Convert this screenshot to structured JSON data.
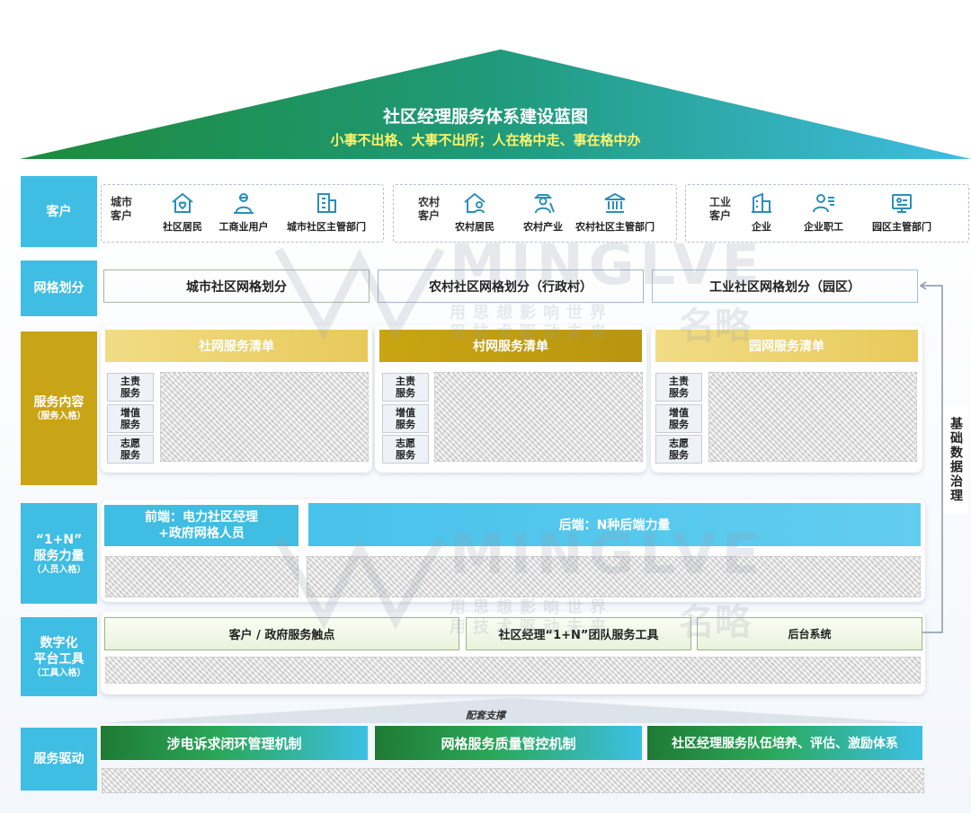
{
  "header": {
    "title": "社区经理服务体系建设蓝图",
    "subtitle": "小事不出格、大事不出所；人在格中走、事在格中办",
    "roof_colors": [
      "#1e8a3c",
      "#2aa0cf",
      "#3fbde3"
    ]
  },
  "rows": {
    "customers": {
      "label": "客户"
    },
    "grid": {
      "label": "网格划分"
    },
    "services": {
      "label": "服务内容",
      "sub": "（服务入格）"
    },
    "forces": {
      "label1": "“1+N”",
      "label2": "服务力量",
      "sub": "（人员入格）"
    },
    "tools": {
      "label1": "数字化",
      "label2": "平台工具",
      "sub": "（工具入格）"
    },
    "drive": {
      "label": "服务驱动"
    }
  },
  "customers": {
    "groups": [
      {
        "title": "城市\n客户",
        "items": [
          {
            "label": "社区居民",
            "icon": "house-heart-icon"
          },
          {
            "label": "工商业用户",
            "icon": "worker-icon"
          },
          {
            "label": "城市社区主管部门",
            "icon": "office-building-icon"
          }
        ]
      },
      {
        "title": "农村\n客户",
        "items": [
          {
            "label": "农村居民",
            "icon": "house-person-icon"
          },
          {
            "label": "农村产业",
            "icon": "farmer-icon"
          },
          {
            "label": "农村社区主管部门",
            "icon": "government-icon"
          }
        ]
      },
      {
        "title": "工业\n客户",
        "items": [
          {
            "label": "企业",
            "icon": "enterprise-building-icon"
          },
          {
            "label": "企业职工",
            "icon": "employee-icon"
          },
          {
            "label": "园区主管部门",
            "icon": "park-admin-icon"
          }
        ]
      }
    ]
  },
  "grid": {
    "items": [
      "城市社区网格划分",
      "农村社区网格划分（行政村）",
      "工业社区网格划分（园区）"
    ],
    "colors": [
      "#e4f0d4",
      "#dbe6f7",
      "#d6f0fb"
    ]
  },
  "services": {
    "lists": [
      "社网服务清单",
      "村网服务清单",
      "园网服务清单"
    ],
    "tags": [
      "主责\n服务",
      "增值\n服务",
      "志愿\n服务"
    ]
  },
  "forces": {
    "front": "前端：电力社区经理\n+政府网格人员",
    "back": "后端：N种后端力量"
  },
  "tools": {
    "items": [
      "客户 / 政府服务触点",
      "社区经理“1+N”团队服务工具",
      "后台系统"
    ]
  },
  "support": {
    "label": "配套支撑"
  },
  "drive": {
    "items": [
      "涉电诉求闭环管理机制",
      "网格服务质量管控机制",
      "社区经理服务队伍培养、评估、激励体系"
    ]
  },
  "side": {
    "label": "基础数据治理"
  },
  "watermark": {
    "brand": "MINGLVE",
    "cn": "名略",
    "slogan1": "用思想影响世界",
    "slogan2": "用技术驱动未来"
  }
}
